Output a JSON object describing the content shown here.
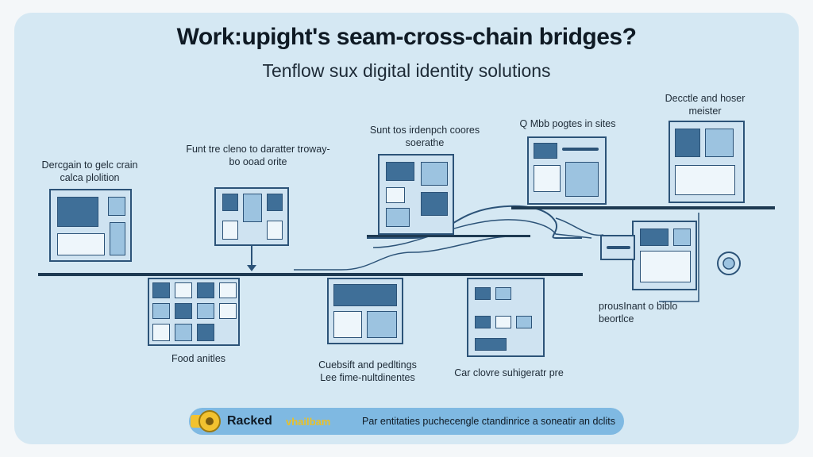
{
  "header": {
    "title": "Work:upight's seam-cross-chain bridges?",
    "subtitle": "Tenflow sux digital identity solutions"
  },
  "labels": {
    "l1_line1": "Dercgain to gelc crain",
    "l1_line2": "calca plolition",
    "l2_line1": "Funt tre cleno to daratter troway-",
    "l2_line2": "bo ooad orite",
    "l3_line1": "Sunt tos irdenpch coores",
    "l3_line2": "soerathe",
    "l4_line1": "Q Mbb pogtes in sites",
    "l5_line1": "Decctle and hoser",
    "l5_line2": "meister",
    "l6_line1": "Food anitles",
    "l7_line1": "Cuebsift and pedltings",
    "l7_line2": "Lee fime-nultdinentes",
    "l8_line1": "Car clovre suhigeratr pre",
    "l9_line1": "prousInant o biblo",
    "l9_line2": "beortlce"
  },
  "footer": {
    "brand": "Racked",
    "brand_secondary": "vhailbam",
    "text": "Par entitaties puchecengle ctandinrice a soneatir an dclits"
  },
  "colors": {
    "background_card": "#d5e8f3",
    "rail": "#1e3a52",
    "panel_border": "#2c5378",
    "footer_pill": "#7fb9e2",
    "logo": "#f2c230"
  }
}
